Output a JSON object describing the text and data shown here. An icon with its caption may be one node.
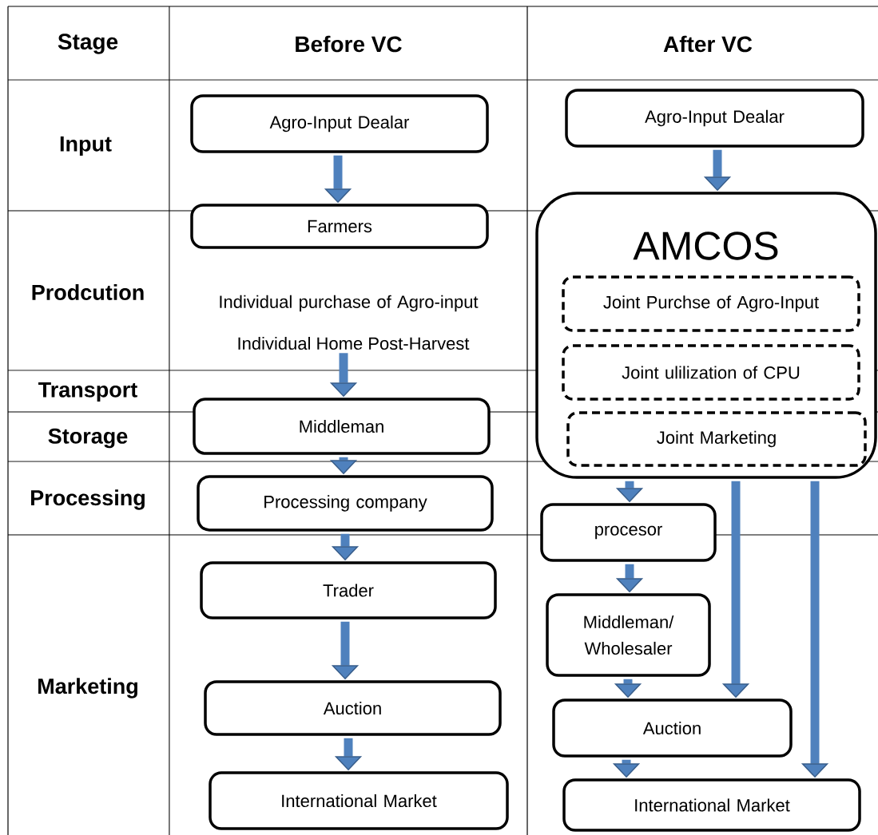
{
  "diagram": {
    "nodes": [
      {
        "text": [
          "Agro-Input Dealar"
        ]
      },
      {
        "text": [
          "Farmers"
        ],
        "beside": [
          "Individual purchase of Agro-input",
          "Individual Home Post-Harvest"
        ]
      },
      {
        "text": [
          "Middleman"
        ]
      },
      {
        "text": [
          "Processing company"
        ]
      },
      {
        "text": [
          "Trader"
        ]
      },
      {
        "text": [
          "Auction"
        ]
      },
      {
        "text": [
          "International Market"
        ]
      },
      {
        "text": [
          "Agro-Input Dealar"
        ]
      },
      {
        "text": [
          "AMCOS"
        ]
      },
      {
        "text": [
          "Joint Purchse of Agro-Input"
        ],
        "in": 8
      },
      {
        "text": [
          "Joint ulilization of CPU"
        ],
        "in": 8
      },
      {
        "text": [
          "Joint Marketing"
        ],
        "in": 8
      },
      {
        "text": [
          "procesor"
        ]
      },
      {
        "text": [
          "Middleman/Wholesaler"
        ]
      },
      {
        "text": [
          "Auction"
        ]
      },
      {
        "text": [
          "International Market"
        ]
      }
    ],
    "edges": [
      {
        "from": 0,
        "to": 1,
        "arrow": "to"
      },
      {
        "from": 1,
        "to": 2,
        "arrow": "to"
      },
      {
        "from": 2,
        "to": 3,
        "arrow": "to"
      },
      {
        "from": 3,
        "to": 4,
        "arrow": "to"
      },
      {
        "from": 4,
        "to": 5,
        "arrow": "to"
      },
      {
        "from": 5,
        "to": 6,
        "arrow": "to"
      },
      {
        "from": 7,
        "to": 8,
        "arrow": "to"
      },
      {
        "from": 8,
        "to": 12,
        "arrow": "to"
      },
      {
        "from": 12,
        "to": 13,
        "arrow": "to"
      },
      {
        "from": 13,
        "to": 14,
        "arrow": "to"
      },
      {
        "from": 8,
        "to": 14,
        "arrow": "to"
      },
      {
        "from": 8,
        "to": 15,
        "arrow": "to"
      },
      {
        "from": 14,
        "to": 15,
        "arrow": "to"
      }
    ],
    "labels": [
      "Stage",
      "Before VC",
      "After VC",
      "Input",
      "Prodcution",
      "Transport",
      "Storage",
      "Processing",
      "Marketing"
    ]
  }
}
